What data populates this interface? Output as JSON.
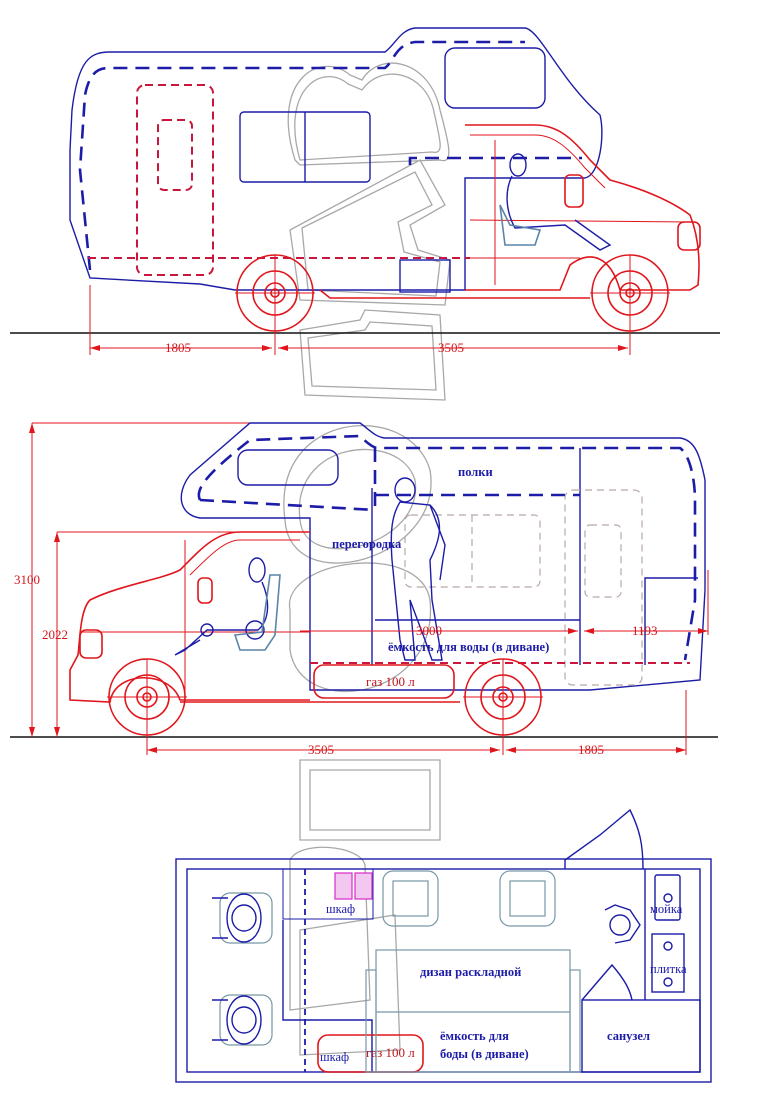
{
  "views": {
    "side_right": {
      "dimensions": {
        "rear_overhang": "1805",
        "wheelbase": "3505"
      }
    },
    "side_left": {
      "dimensions": {
        "total_height": "3100",
        "cab_height": "2022",
        "wheelbase": "3505",
        "rear_overhang": "1805",
        "interior_length": "3000",
        "rear_section": "1193"
      },
      "labels": {
        "shelves": "полки",
        "partition": "перегородка",
        "water_tank": "ёмкость для воды (в диване)",
        "gas_tank": "газ 100 л"
      }
    },
    "plan": {
      "labels": {
        "wardrobe_top": "шкаф",
        "wardrobe_bottom": "шкаф",
        "gas_tank": "газ 100 л",
        "sofa": "дизан раскладной",
        "water_tank_line1": "ёмкость для",
        "water_tank_line2": "боды (в диване)",
        "sink": "мойка",
        "stove": "плитка",
        "bathroom": "санузел"
      }
    }
  },
  "colors": {
    "chassis": "#e0161c",
    "body": "#1c1ca8",
    "seat": "#5a84a8",
    "watermark": "#a8a8a8",
    "cabinet": "#d62cc8"
  }
}
